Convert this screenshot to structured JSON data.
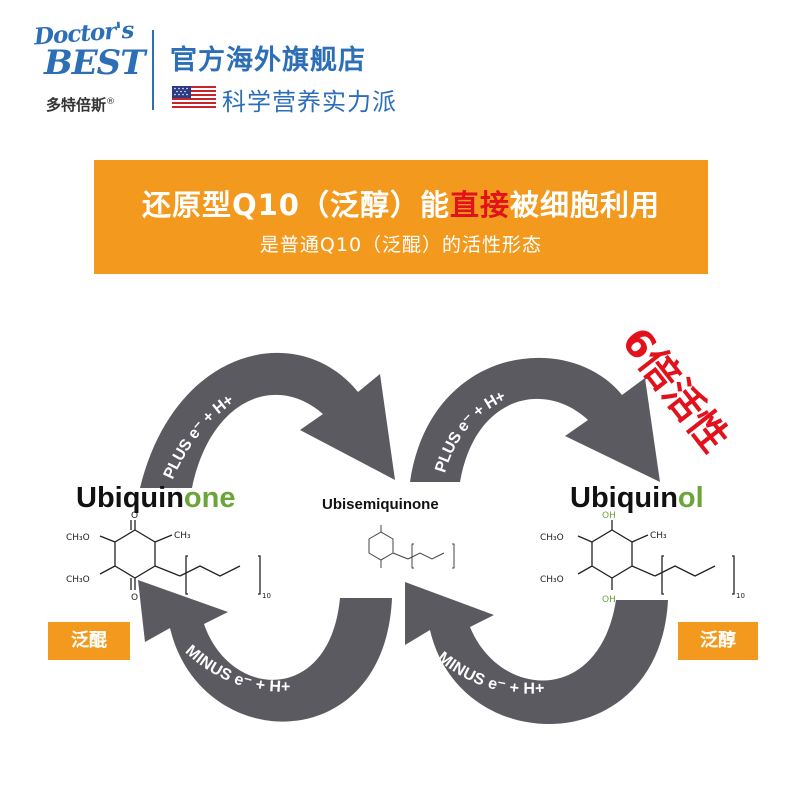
{
  "header": {
    "logo": {
      "line1": "Doctor's",
      "line2": "BEST",
      "cn_name": "多特倍斯",
      "registered": "®"
    },
    "store_name": "官方海外旗舰店",
    "slogan": "科学营养实力派",
    "flag_icon": "us-flag-icon",
    "brand_color": "#2d6fb7"
  },
  "banner": {
    "title_part1": "还原型Q10（泛醇）能",
    "title_highlight": "直接",
    "title_part2": "被细胞利用",
    "subtitle": "是普通Q10（泛醌）的活性形态",
    "background_color": "#f39a1e",
    "highlight_color": "#e3111b"
  },
  "diagram": {
    "arrows": {
      "top_left": "PLUS e⁻ + H+",
      "top_right": "PLUS e⁻ + H+",
      "bottom_left": "MINUS e⁻ + H+",
      "bottom_right": "MINUS e⁻ + H+"
    },
    "molecules": {
      "left": {
        "name_part1": "Ubiquin",
        "name_part2": "one",
        "tag": "泛醌"
      },
      "middle": {
        "name": "Ubisemiquinone"
      },
      "right": {
        "name_part1": "Ubiquin",
        "name_part2": "ol",
        "tag": "泛醇"
      }
    },
    "structure_text": {
      "ch3o": "CH₃O",
      "ch3": "CH₃",
      "o": "O",
      "oh": "OH",
      "subscript_10": "10"
    },
    "stamp": "6倍活性",
    "arrow_color": "#5a5a60",
    "accent_green": "#6ba53a"
  }
}
